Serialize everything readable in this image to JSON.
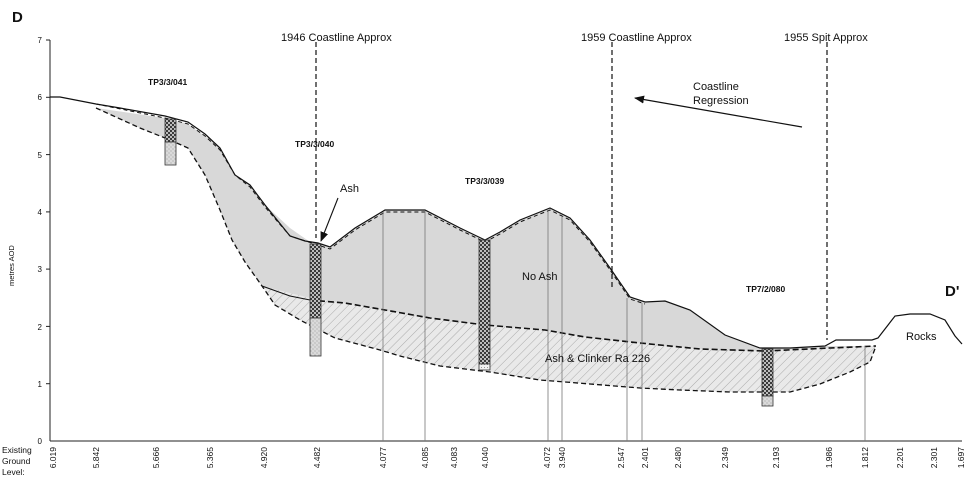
{
  "section": {
    "start_label": "D",
    "end_label": "D'",
    "y_axis_label": "metres AOD",
    "y_ticks": [
      "0",
      "1",
      "2",
      "3",
      "4",
      "5",
      "6",
      "7"
    ],
    "ground_level_heading": [
      "Existing",
      "Ground",
      "Level:"
    ],
    "existing_ground_levels": [
      "6.019",
      "5.842",
      "5.666",
      "5.365",
      "4.920",
      "4.482",
      "4.077",
      "4.085",
      "4.083",
      "4.040",
      "4.072",
      "3.940",
      "2.547",
      "2.401",
      "2.480",
      "2.349",
      "2.193",
      "1.986",
      "1.812",
      "2.201",
      "2.301",
      "1.697"
    ]
  },
  "reference_lines": [
    {
      "label": "1946 Coastline Approx"
    },
    {
      "label": "1959 Coastline Approx"
    },
    {
      "label": "1955 Spit Approx"
    }
  ],
  "boreholes": [
    {
      "id": "TP3/3/041"
    },
    {
      "id": "TP3/3/040"
    },
    {
      "id": "TP3/3/039"
    },
    {
      "id": "TP7/2/080"
    }
  ],
  "annotations": {
    "ash": "Ash",
    "no_ash": "No Ash",
    "ash_clinker": "Ash & Clinker Ra 226",
    "rocks": "Rocks",
    "regression": [
      "Coastline",
      "Regression"
    ]
  },
  "colors": {
    "fill_upper": "#d9d9d9",
    "fill_lower": "#e8e8e8",
    "line": "#111111"
  }
}
